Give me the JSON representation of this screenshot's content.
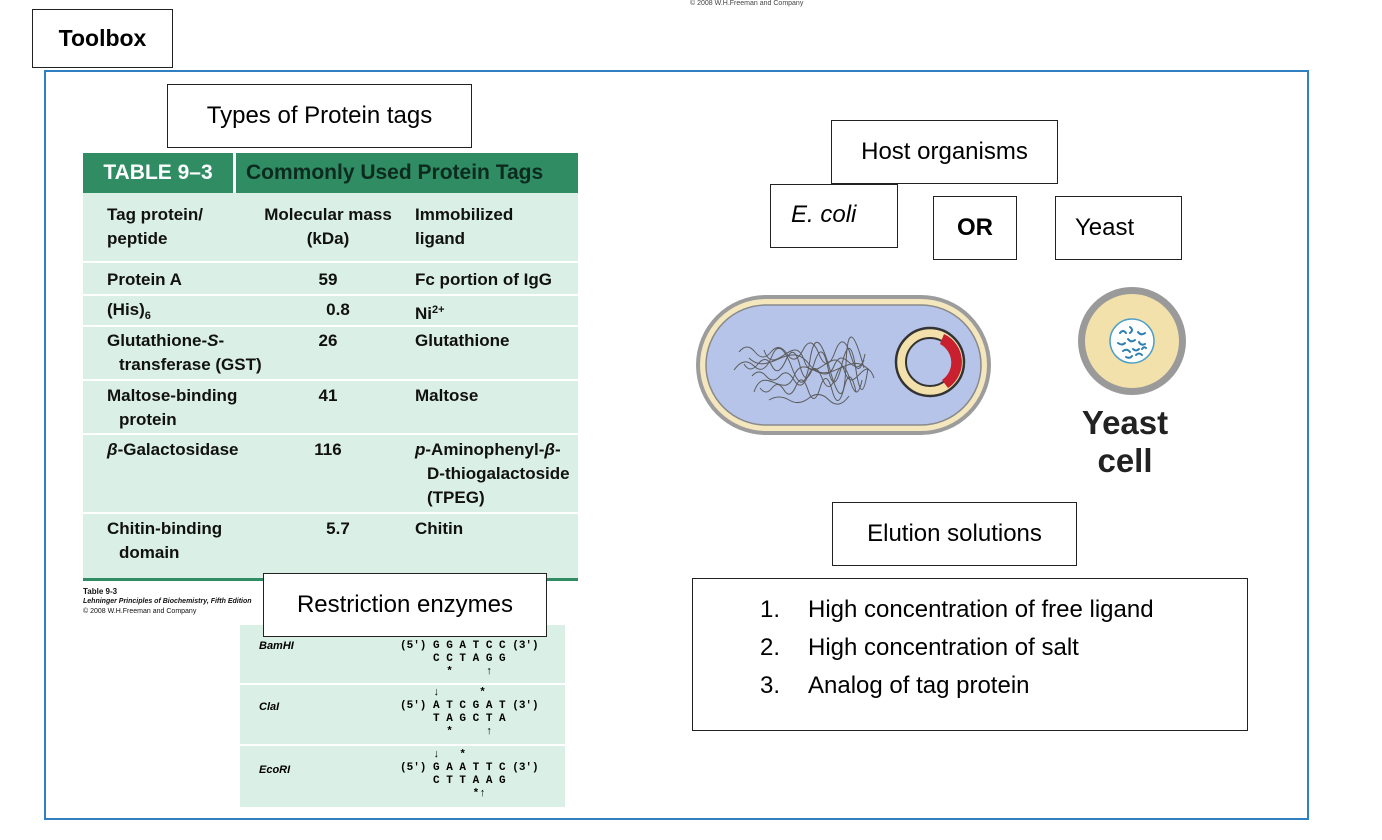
{
  "copyright_top": "© 2008 W.H.Freeman and Company",
  "toolbox_title": "Toolbox",
  "protein_tags_label": "Types of Protein tags",
  "table": {
    "number": "TABLE 9–3",
    "title": "Commonly Used Protein Tags",
    "col1_line1": "Tag protein/",
    "col1_line2": "peptide",
    "col2_line1": "Molecular mass",
    "col2_line2": "(kDa)",
    "col3_line1": "Immobilized",
    "col3_line2": "ligand",
    "r1": {
      "tag": "Protein A",
      "mass": "59",
      "ligand": "Fc portion of IgG"
    },
    "r2": {
      "tag": "(His)",
      "tag_sub": "6",
      "mass": "0.8",
      "ligand": "Ni",
      "ligand_sup": "2+"
    },
    "r3": {
      "tag_l1": "Glutathione-",
      "tag_l1_it": "S",
      "tag_l1_end": "-",
      "tag_l2": "transferase (GST)",
      "mass": "26",
      "ligand": "Glutathione"
    },
    "r4": {
      "tag_l1": "Maltose-binding",
      "tag_l2": "protein",
      "mass": "41",
      "ligand": "Maltose"
    },
    "r5": {
      "tag_greek": "β",
      "tag": "-Galactosidase",
      "mass": "116",
      "lig_l1_it": "p",
      "lig_l1": "-Aminophenyl-",
      "lig_l1_greek": "β",
      "lig_l1_end": "-",
      "lig_l2": "D-thiogalactoside",
      "lig_l3": "(TPEG)"
    },
    "r6": {
      "tag_l1": "Chitin-binding",
      "tag_l2": "domain",
      "mass": "5.7",
      "ligand": "Chitin"
    }
  },
  "caption": {
    "line1": "Table 9-3",
    "line2": "Lehninger Principles of Biochemistry, Fifth Edition",
    "line3": "© 2008 W.H.Freeman and Company"
  },
  "restriction_label": "Restriction enzymes",
  "enzymes": [
    {
      "name": "BamHI",
      "seq": "    ↓    *\n(5′) G G A T C C (3′)\n     C C T A G G\n       *     ↑"
    },
    {
      "name": "ClaI",
      "seq": "     ↓      *\n(5′) A T C G A T (3′)\n     T A G C T A\n       *     ↑"
    },
    {
      "name": "EcoRI",
      "seq": "     ↓   *\n(5′) G A A T T C (3′)\n     C T T A A G\n           *↑"
    }
  ],
  "host_label": "Host organisms",
  "ecoli_label": "E. coli",
  "or_label": "OR",
  "yeast_label": "Yeast",
  "yeast_cell_l1": "Yeast",
  "yeast_cell_l2": "cell",
  "elution_label": "Elution solutions",
  "elution_items": [
    {
      "num": "1.",
      "text": "High concentration of free ligand"
    },
    {
      "num": "2.",
      "text": "High concentration of salt"
    },
    {
      "num": "3.",
      "text": "Analog of tag protein"
    }
  ],
  "colors": {
    "frame": "#2f7fc1",
    "table_header": "#2f8c63",
    "table_bg": "#daefe6",
    "ecoli_body": "#b5c4e8",
    "plasmid_insert": "#c8202e",
    "yeast_wall": "#9a9a9a",
    "yeast_cytoplasm": "#f3e1ab"
  }
}
